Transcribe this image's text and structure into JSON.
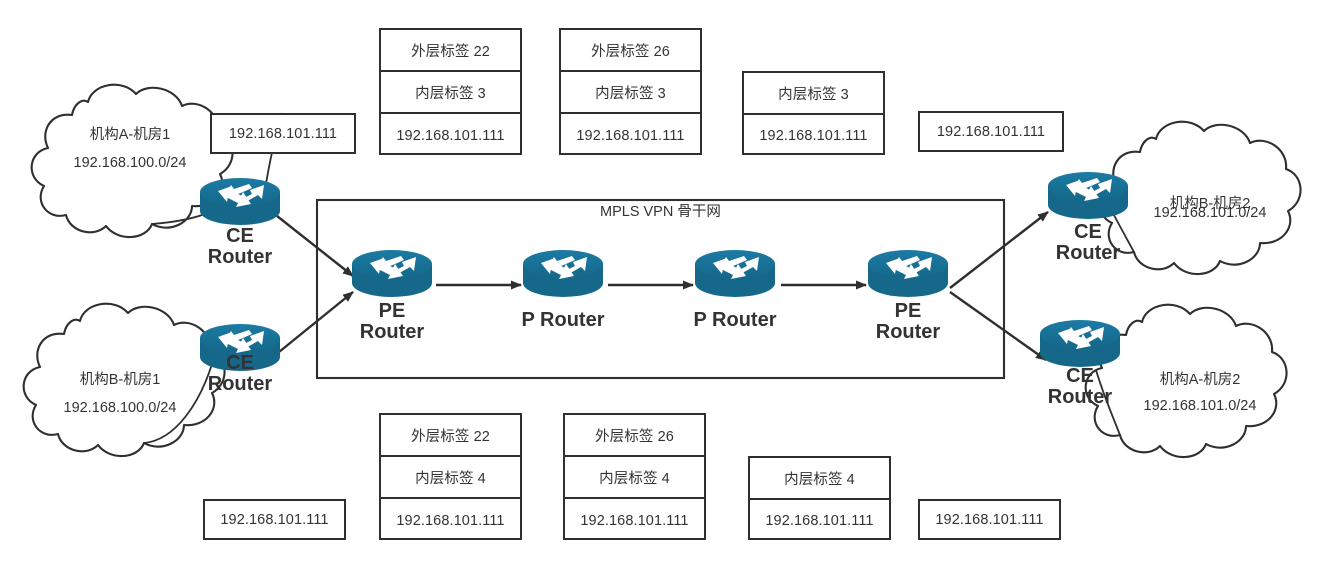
{
  "diagram": {
    "backbone_title": "MPLS VPN 骨干网",
    "accent_color": "#17709a",
    "stroke_color": "#2f2f2f",
    "text_color": "#333333"
  },
  "clouds": [
    {
      "name": "机构A-机房1",
      "subnet": "192.168.100.0/24"
    },
    {
      "name": "机构B-机房1",
      "subnet": "192.168.100.0/24"
    },
    {
      "name": "机构B-机房2",
      "subnet": "192.168.101.0/24"
    },
    {
      "name": "机构A-机房2",
      "subnet": "192.168.101.0/24"
    }
  ],
  "routers": [
    {
      "id": "ce-top-left",
      "label_line1": "CE",
      "label_line2": "Router"
    },
    {
      "id": "ce-bottom-left",
      "label_line1": "CE",
      "label_line2": "Router"
    },
    {
      "id": "pe-left",
      "label_line1": "PE",
      "label_line2": "Router"
    },
    {
      "id": "p-left",
      "label_line1": "P Router",
      "label_line2": ""
    },
    {
      "id": "p-right",
      "label_line1": "P Router",
      "label_line2": ""
    },
    {
      "id": "pe-right",
      "label_line1": "PE",
      "label_line2": "Router"
    },
    {
      "id": "ce-top-right",
      "label_line1": "CE",
      "label_line2": "Router"
    },
    {
      "id": "ce-bottom-right",
      "label_line1": "CE",
      "label_line2": "Router"
    }
  ],
  "top_packets": [
    {
      "id": "top-pkt-0",
      "cells": [
        "192.168.101.111"
      ]
    },
    {
      "id": "top-pkt-1",
      "cells": [
        "外层标签 22",
        "内层标签 3",
        "192.168.101.111"
      ]
    },
    {
      "id": "top-pkt-2",
      "cells": [
        "外层标签 26",
        "内层标签 3",
        "192.168.101.111"
      ]
    },
    {
      "id": "top-pkt-3",
      "cells": [
        "内层标签 3",
        "192.168.101.111"
      ]
    },
    {
      "id": "top-pkt-4",
      "cells": [
        "192.168.101.111"
      ]
    }
  ],
  "bottom_packets": [
    {
      "id": "bot-pkt-0",
      "cells": [
        "192.168.101.111"
      ]
    },
    {
      "id": "bot-pkt-1",
      "cells": [
        "外层标签 22",
        "内层标签 4",
        "192.168.101.111"
      ]
    },
    {
      "id": "bot-pkt-2",
      "cells": [
        "外层标签 26",
        "内层标签 4",
        "192.168.101.111"
      ]
    },
    {
      "id": "bot-pkt-3",
      "cells": [
        "内层标签 4",
        "192.168.101.111"
      ]
    },
    {
      "id": "bot-pkt-4",
      "cells": [
        "192.168.101.111"
      ]
    }
  ]
}
